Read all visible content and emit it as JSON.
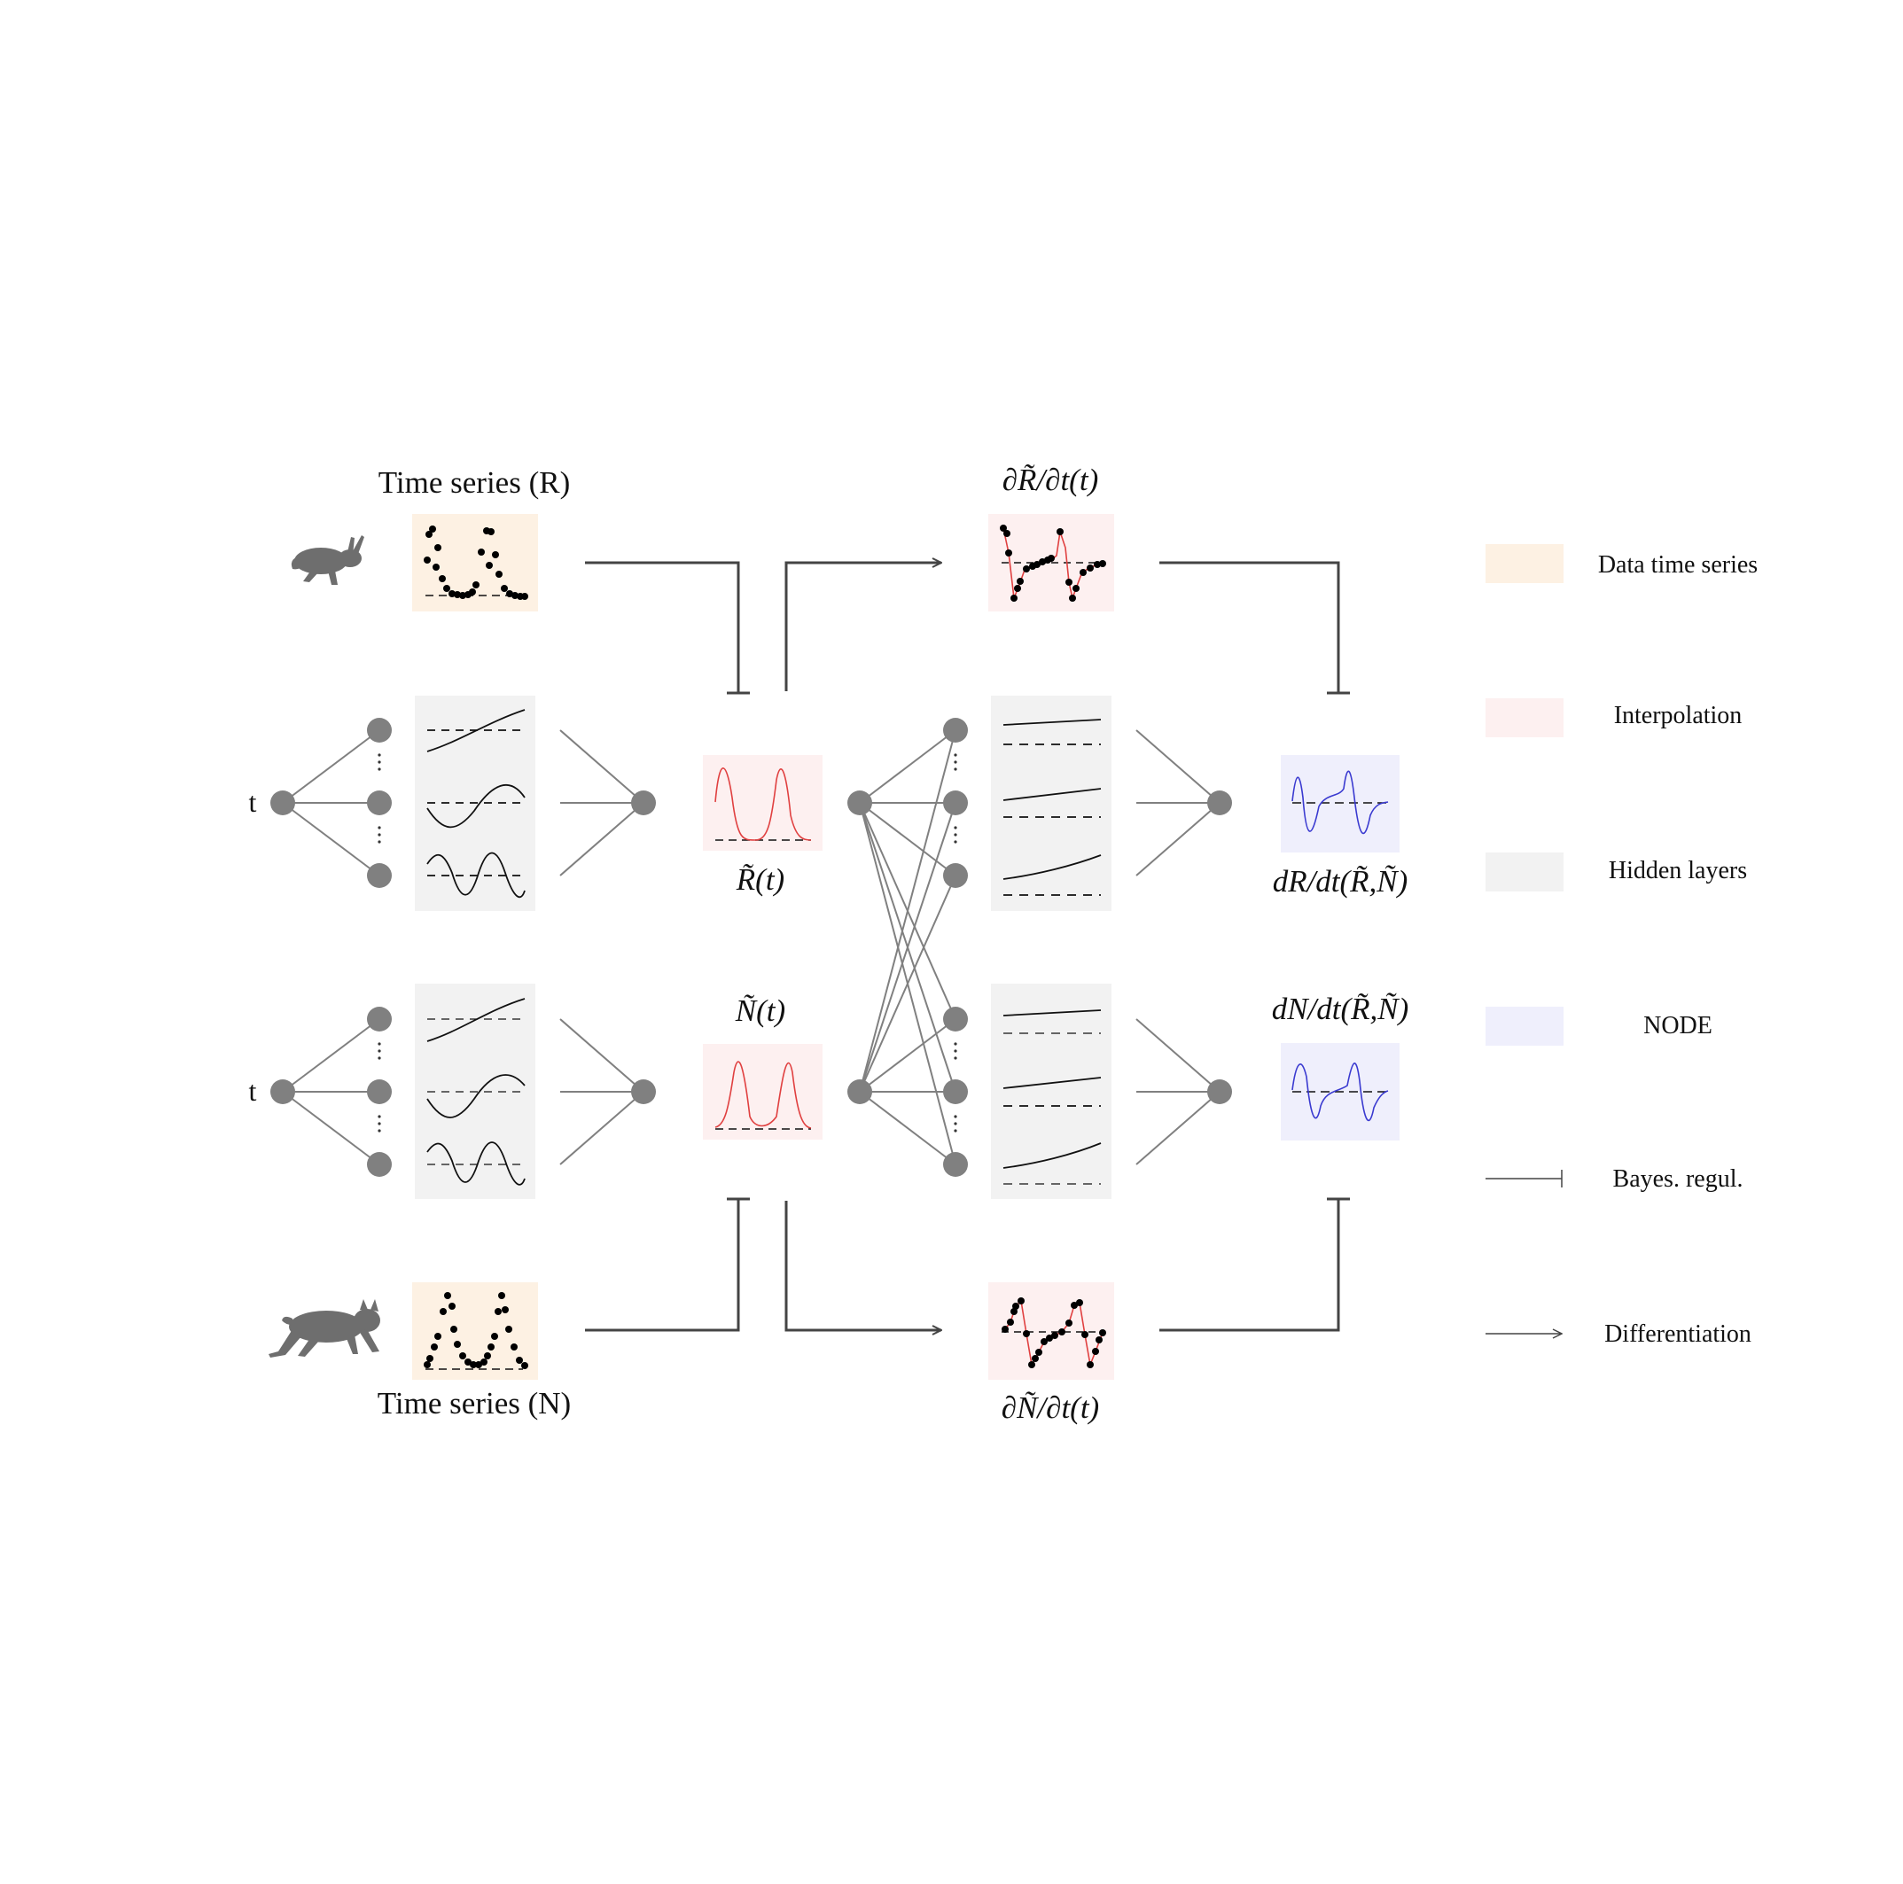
{
  "labels": {
    "ts_r": "Time series (R)",
    "ts_n": "Time series (N)",
    "input_t": "t",
    "r_tilde": "R̃(t)",
    "n_tilde": "Ñ(t)",
    "dr_partial": "∂R̃/∂t(t)",
    "dn_partial": "∂Ñ/∂t(t)",
    "node_r": "dR/dt(R̃,Ñ)",
    "node_n": "dN/dt(R̃,Ñ)"
  },
  "legend": [
    {
      "key": "data",
      "label": "Data time series",
      "color": "#fdf1e3"
    },
    {
      "key": "interp",
      "label": "Interpolation",
      "color": "#fdf0f0"
    },
    {
      "key": "hidden",
      "label": "Hidden layers",
      "color": "#f2f2f2"
    },
    {
      "key": "node",
      "label": "NODE",
      "color": "#efeffc"
    },
    {
      "key": "bayes",
      "label": "Bayes. regul.",
      "color": "#444444"
    },
    {
      "key": "diff",
      "label": "Differentiation",
      "color": "#444444"
    }
  ],
  "colors": {
    "node": "#808080",
    "edge": "#808080",
    "flow": "#444444",
    "interp_curve": "#e04040",
    "node_curve": "#3a3ad0",
    "dots": "#000000"
  },
  "icons": {
    "hare": "hare-silhouette-icon",
    "lynx": "lynx-silhouette-icon"
  }
}
